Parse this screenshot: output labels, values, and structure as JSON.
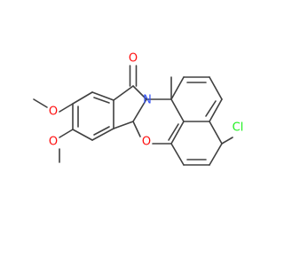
{
  "molecule": {
    "atoms": {
      "o_carbonyl": {
        "symbol": "O",
        "color": "#ff0d0d"
      },
      "n_ring": {
        "symbol": "N",
        "color": "#3050f8"
      },
      "o_ring": {
        "symbol": "O",
        "color": "#ff0d0d"
      },
      "o_meo_top": {
        "symbol": "O",
        "color": "#ff0d0d"
      },
      "o_meo_bot": {
        "symbol": "O",
        "color": "#ff0d0d"
      },
      "cl": {
        "symbol": "Cl",
        "color": "#1ff01f"
      }
    },
    "bond_color": "#404040"
  }
}
